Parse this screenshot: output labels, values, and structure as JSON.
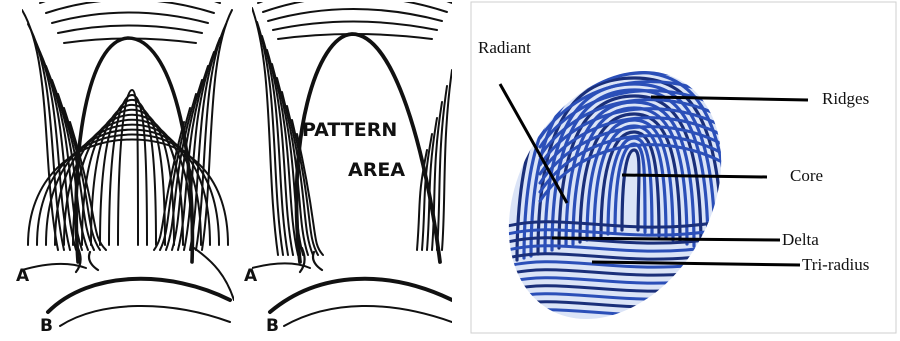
{
  "panel_left": {
    "letter_a": "A",
    "letter_b": "B"
  },
  "panel_middle": {
    "letter_a": "A",
    "letter_b": "B",
    "pattern_area_line1": "PATTERN",
    "pattern_area_line2": "AREA"
  },
  "panel_right": {
    "labels": {
      "radiant": "Radiant",
      "ridges": "Ridges",
      "core": "Core",
      "delta": "Delta",
      "tri_radius": "Tri-radius"
    },
    "colors": {
      "ink": "#2b4fb8",
      "ink_dark": "#1a2f7a"
    }
  }
}
